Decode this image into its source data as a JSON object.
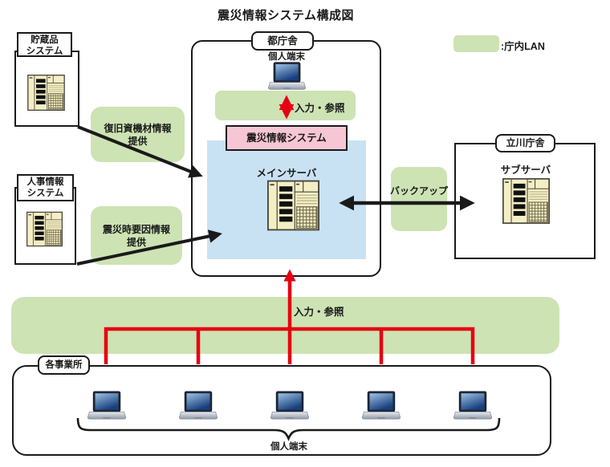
{
  "title": "震災情報システム構成図",
  "legend": {
    "label": ":庁内LAN"
  },
  "colors": {
    "lan_green": "#cde3b4",
    "system_pink": "#f6c6d4",
    "server_blue": "#c9e2f3",
    "line_red": "#e60012",
    "line_black": "#1a1a1a",
    "server_icon_yellow": "#f4eec4"
  },
  "headquarters": {
    "label": "都庁舎",
    "terminal_label": "個人端末",
    "io_label": "入力・参照",
    "system_label": "震災情報システム",
    "main_server_label": "メインサーバ"
  },
  "tachikawa": {
    "label": "立川庁舎",
    "sub_server_label": "サブサーバ"
  },
  "backup": {
    "label": "バックアップ"
  },
  "storage_system": {
    "line1": "貯蔵品",
    "line2": "システム"
  },
  "personnel_system": {
    "line1": "人事情報",
    "line2": "システム"
  },
  "recovery_note": {
    "line1": "復旧資機材情報",
    "line2": "提供"
  },
  "disaster_note": {
    "line1": "震災時要因情報",
    "line2": "提供"
  },
  "offices": {
    "label": "各事業所",
    "io_label": "入力・参照",
    "terminal_label": "個人端末",
    "terminal_count": 5
  }
}
